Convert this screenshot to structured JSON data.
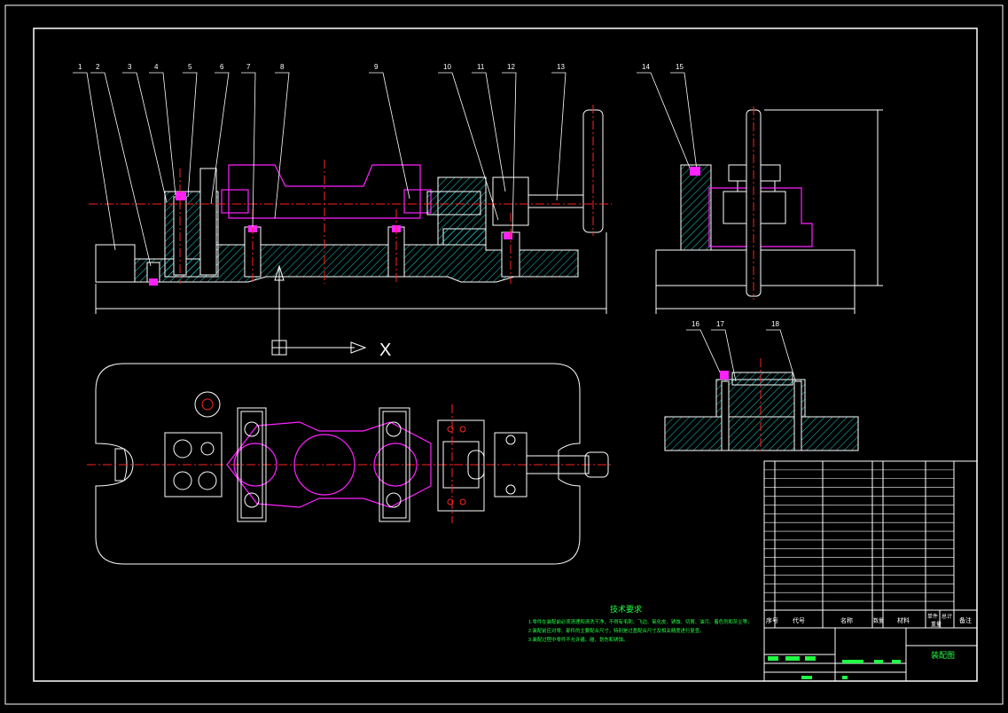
{
  "drawing": {
    "balloons": [
      "1",
      "2",
      "3",
      "4",
      "5",
      "6",
      "7",
      "8",
      "9",
      "10",
      "11",
      "12",
      "13",
      "14",
      "15",
      "16",
      "17",
      "18"
    ],
    "axis_label": "X",
    "tech_title": "技术要求",
    "tech_lines": [
      "1.零件在装配前必须清理和清洗干净，不得有毛刺、飞边、氧化皮、锈蚀、切屑、油污、着色剂和灰尘等。",
      "2.装配前应对零、部件的主要配合尺寸，特别是过盈配合尺寸及相关精度进行复查。",
      "3.装配过程中零件不允许磕、碰、划伤和锈蚀。"
    ],
    "title_block": {
      "header": [
        "序号",
        "代号",
        "名称",
        "数量",
        "材料",
        "单件",
        "总计",
        "备注"
      ],
      "weight_label": "重量",
      "drawing_name": "装配图"
    }
  }
}
